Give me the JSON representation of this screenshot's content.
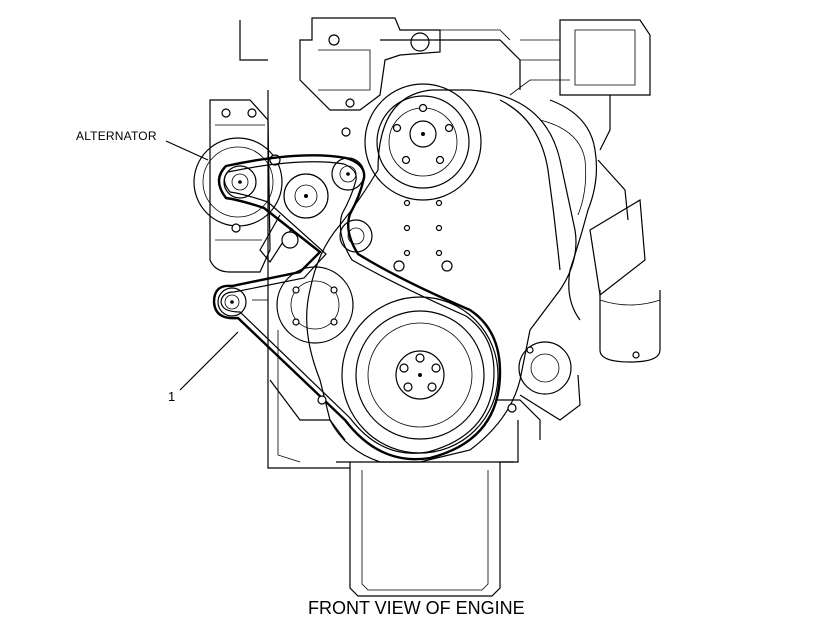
{
  "labels": {
    "alternator": "ALTERNATOR",
    "callout_1": "1",
    "caption": "FRONT VIEW OF ENGINE"
  },
  "colors": {
    "ink": "#000000",
    "paper": "#ffffff"
  }
}
